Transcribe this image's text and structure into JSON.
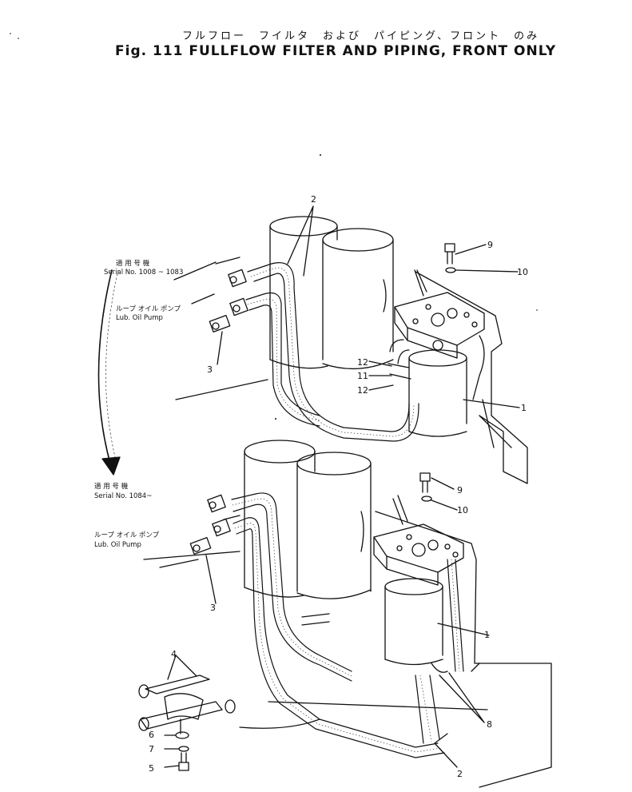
{
  "title_jp": "フルフロー　フイルタ　および　パイピング、フロント　のみ",
  "title_en": "Fig. 111 FULLFLOW FILTER AND PIPING, FRONT ONLY",
  "upper": {
    "applic_jp": "適 用 号 機",
    "serial": "Serial No. 1008 ~ 1083",
    "pump_jp": "ループ オイル ポンプ",
    "pump_en": "Lub. Oil Pump"
  },
  "lower": {
    "applic_jp": "適 用 号 機",
    "serial": "Serial No. 1084~",
    "pump_jp": "ループ オイル ポンプ",
    "pump_en": "Lub. Oil Pump"
  },
  "callouts": {
    "c1_upper": "1",
    "c2_upper": "2",
    "c3_upper": "3",
    "c9_upper": "9",
    "c10_upper": "10",
    "c11": "11",
    "c12a": "12",
    "c12b": "12",
    "c1_lower": "1",
    "c2_lower": "2",
    "c3_lower": "3",
    "c4": "4",
    "c5": "5",
    "c6": "6",
    "c7": "7",
    "c8": "8",
    "c9_lower": "9",
    "c10_lower": "10"
  }
}
